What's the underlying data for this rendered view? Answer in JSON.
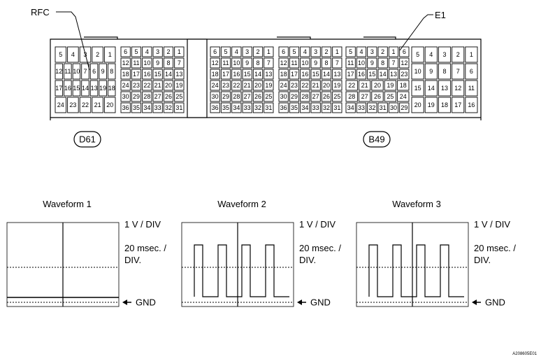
{
  "labels": {
    "rfc": "RFC",
    "e1": "E1"
  },
  "connectors": {
    "left": {
      "name": "D61",
      "blocks": [
        {
          "rows": [
            [
              "5",
              "4",
              "3",
              "2",
              "1"
            ],
            [
              "12",
              "11",
              "10",
              "7",
              "6",
              "9",
              "8"
            ],
            [
              "17",
              "16",
              "15",
              "14",
              "13",
              "19",
              "18"
            ],
            [
              "24",
              "23",
              "22",
              "21",
              "20"
            ]
          ]
        },
        {
          "rows": [
            [
              "6",
              "5",
              "4",
              "3",
              "2",
              "1"
            ],
            [
              "12",
              "11",
              "10",
              "9",
              "8",
              "7"
            ],
            [
              "18",
              "17",
              "16",
              "15",
              "14",
              "13"
            ],
            [
              "24",
              "23",
              "22",
              "21",
              "20",
              "19"
            ],
            [
              "30",
              "29",
              "28",
              "27",
              "26",
              "25"
            ],
            [
              "36",
              "35",
              "34",
              "33",
              "32",
              "31"
            ]
          ]
        }
      ]
    },
    "right": {
      "name": "B49",
      "blocks": [
        {
          "rows": [
            [
              "5",
              "4",
              "3",
              "2",
              "1",
              "6"
            ],
            [
              "11",
              "10",
              "9",
              "8",
              "7",
              "12"
            ],
            [
              "17",
              "16",
              "15",
              "14",
              "13",
              "23"
            ],
            [
              "22",
              "21",
              "20",
              "19",
              "18"
            ],
            [
              "28",
              "27",
              "26",
              "25",
              "24"
            ],
            [
              "34",
              "33",
              "32",
              "31",
              "30",
              "29"
            ]
          ]
        },
        {
          "rows": [
            [
              "5",
              "4",
              "3",
              "2",
              "1"
            ],
            [
              "10",
              "9",
              "8",
              "7",
              "6"
            ],
            [
              "15",
              "14",
              "13",
              "12",
              "11"
            ],
            [
              "20",
              "19",
              "18",
              "17",
              "16"
            ]
          ]
        }
      ]
    },
    "middle_left": {
      "rows": [
        [
          "6",
          "5",
          "4",
          "3",
          "2",
          "1"
        ],
        [
          "12",
          "11",
          "10",
          "9",
          "8",
          "7"
        ],
        [
          "18",
          "17",
          "16",
          "15",
          "14",
          "13"
        ],
        [
          "24",
          "23",
          "22",
          "21",
          "20",
          "19"
        ],
        [
          "30",
          "29",
          "28",
          "27",
          "26",
          "25"
        ],
        [
          "36",
          "35",
          "34",
          "33",
          "32",
          "31"
        ]
      ]
    },
    "middle_right": {
      "rows": [
        [
          "6",
          "5",
          "4",
          "3",
          "2",
          "1"
        ],
        [
          "12",
          "11",
          "10",
          "9",
          "8",
          "7"
        ],
        [
          "18",
          "17",
          "16",
          "15",
          "14",
          "13"
        ],
        [
          "24",
          "23",
          "22",
          "21",
          "20",
          "19"
        ],
        [
          "30",
          "29",
          "28",
          "27",
          "26",
          "25"
        ],
        [
          "36",
          "35",
          "34",
          "33",
          "32",
          "31"
        ]
      ]
    }
  },
  "waveforms": [
    {
      "title": "Waveform 1",
      "vdiv": "1 V / DIV",
      "tdiv_line1": "20 msec. /",
      "tdiv_line2": "DIV.",
      "gnd": "GND",
      "signal": "flat"
    },
    {
      "title": "Waveform 2",
      "vdiv": "1 V / DIV",
      "tdiv_line1": "20 msec. /",
      "tdiv_line2": "DIV.",
      "gnd": "GND",
      "signal": "pulse"
    },
    {
      "title": "Waveform 3",
      "vdiv": "1 V / DIV",
      "tdiv_line1": "20 msec. /",
      "tdiv_line2": "DIV.",
      "gnd": "GND",
      "signal": "pulse"
    }
  ],
  "figure_code": "A208605E01"
}
